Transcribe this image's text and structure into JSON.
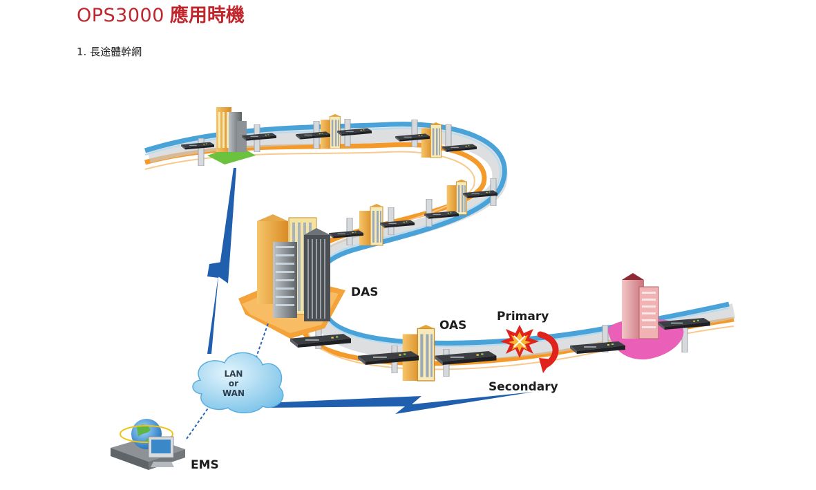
{
  "page": {
    "title_model": "OPS3000",
    "title_text": "應用時機",
    "section_heading": "1. 長途體幹網"
  },
  "diagram": {
    "labels": {
      "das": "DAS",
      "oas": "OAS",
      "primary": "Primary",
      "secondary": "Secondary",
      "ems": "EMS",
      "cloud_line1": "LAN",
      "cloud_line2": "or",
      "cloud_line3": "WAN"
    },
    "colors": {
      "title": "#c0272d",
      "fiber_blue": "#4aa3d8",
      "fiber_orange": "#f39a2b",
      "bolt_blue": "#1f5fae",
      "switch_arrow_red": "#e0231b",
      "das_base": "#f4a23a",
      "site_green": "#6ac23e",
      "site_pink": "#ea5fb7",
      "cloud": "#7fc6ea"
    }
  }
}
